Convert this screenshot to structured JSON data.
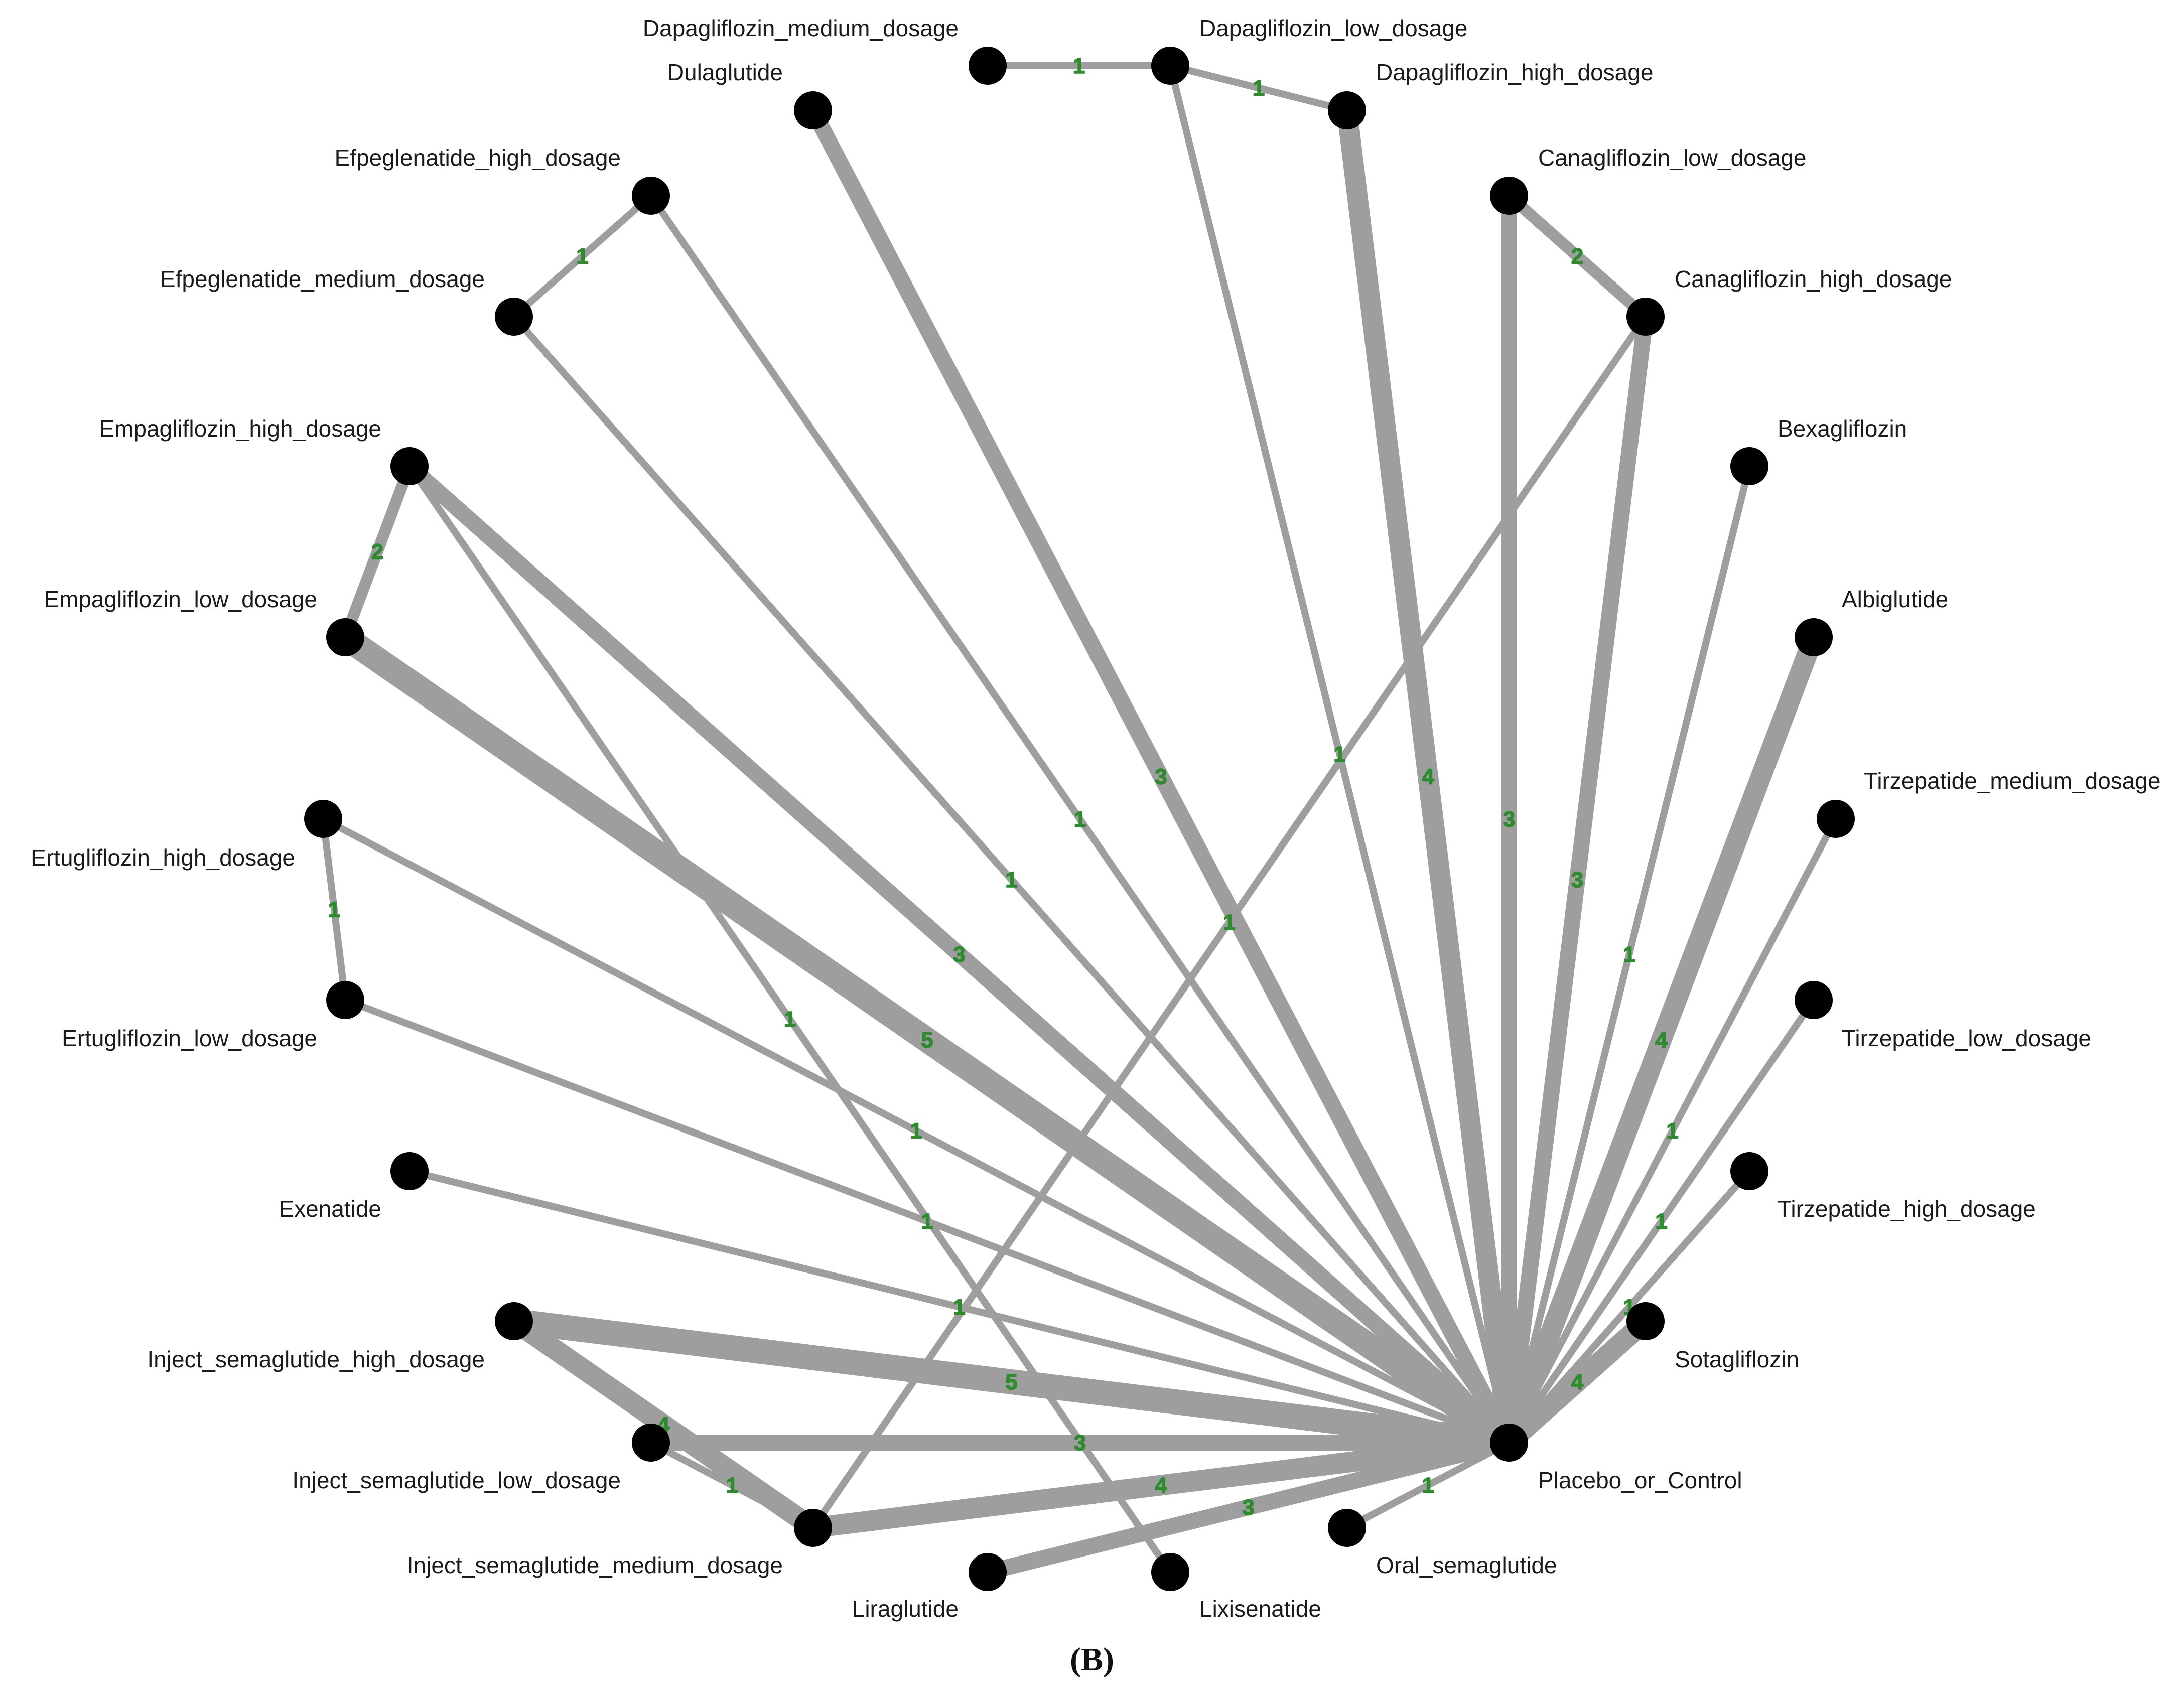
{
  "figure": {
    "caption": "(B)",
    "colors": {
      "edge": "#9e9e9e",
      "node": "#000000",
      "count": "#2e8b2e",
      "label": "#1a1a1a"
    },
    "nodes": [
      {
        "id": "placebo",
        "label": "Placebo_or_Control"
      },
      {
        "id": "dapa_med",
        "label": "Dapagliflozin_medium_dosage"
      },
      {
        "id": "dapa_low",
        "label": "Dapagliflozin_low_dosage"
      },
      {
        "id": "dapa_high",
        "label": "Dapagliflozin_high_dosage"
      },
      {
        "id": "dula",
        "label": "Dulaglutide"
      },
      {
        "id": "efpeg_high",
        "label": "Efpeglenatide_high_dosage"
      },
      {
        "id": "efpeg_med",
        "label": "Efpeglenatide_medium_dosage"
      },
      {
        "id": "cana_low",
        "label": "Canagliflozin_low_dosage"
      },
      {
        "id": "cana_high",
        "label": "Canagliflozin_high_dosage"
      },
      {
        "id": "empa_high",
        "label": "Empagliflozin_high_dosage"
      },
      {
        "id": "empa_low",
        "label": "Empagliflozin_low_dosage"
      },
      {
        "id": "bexa",
        "label": "Bexagliflozin"
      },
      {
        "id": "albi",
        "label": "Albiglutide"
      },
      {
        "id": "ertu_high",
        "label": "Ertugliflozin_high_dosage"
      },
      {
        "id": "ertu_low",
        "label": "Ertugliflozin_low_dosage"
      },
      {
        "id": "tirz_med",
        "label": "Tirzepatide_medium_dosage"
      },
      {
        "id": "tirz_low",
        "label": "Tirzepatide_low_dosage"
      },
      {
        "id": "tirz_high",
        "label": "Tirzepatide_high_dosage"
      },
      {
        "id": "exen",
        "label": "Exenatide"
      },
      {
        "id": "sema_inj_high",
        "label": "Inject_semaglutide_high_dosage"
      },
      {
        "id": "sema_inj_low",
        "label": "Inject_semaglutide_low_dosage"
      },
      {
        "id": "sema_inj_med",
        "label": "Inject_semaglutide_medium_dosage"
      },
      {
        "id": "sota",
        "label": "Sotagliflozin"
      },
      {
        "id": "lira",
        "label": "Liraglutide"
      },
      {
        "id": "lixi",
        "label": "Lixisenatide"
      },
      {
        "id": "sema_oral",
        "label": "Oral_semaglutide"
      }
    ],
    "edges": [
      {
        "from": "dapa_med",
        "to": "dapa_low",
        "count": "1"
      },
      {
        "from": "dapa_low",
        "to": "dapa_high",
        "count": "1"
      },
      {
        "from": "efpeg_high",
        "to": "efpeg_med",
        "count": "1"
      },
      {
        "from": "cana_low",
        "to": "cana_high",
        "count": "2"
      },
      {
        "from": "empa_high",
        "to": "empa_low",
        "count": "2"
      },
      {
        "from": "ertu_high",
        "to": "ertu_low",
        "count": "1"
      },
      {
        "from": "sema_inj_high",
        "to": "sema_inj_med",
        "count": "4"
      },
      {
        "from": "sema_inj_low",
        "to": "sema_inj_med",
        "count": "1"
      },
      {
        "from": "cana_high",
        "to": "sema_inj_med",
        "count": "1"
      },
      {
        "from": "empa_high",
        "to": "lixi",
        "count": "1"
      },
      {
        "from": "dula",
        "to": "placebo",
        "count": "3"
      },
      {
        "from": "dapa_low",
        "to": "placebo",
        "count": "1"
      },
      {
        "from": "dapa_high",
        "to": "placebo",
        "count": "4"
      },
      {
        "from": "efpeg_high",
        "to": "placebo",
        "count": "1"
      },
      {
        "from": "efpeg_med",
        "to": "placebo",
        "count": "1"
      },
      {
        "from": "cana_low",
        "to": "placebo",
        "count": "3"
      },
      {
        "from": "cana_high",
        "to": "placebo",
        "count": "3"
      },
      {
        "from": "empa_high",
        "to": "placebo",
        "count": "3"
      },
      {
        "from": "empa_low",
        "to": "placebo",
        "count": "5"
      },
      {
        "from": "bexa",
        "to": "placebo",
        "count": "1"
      },
      {
        "from": "albi",
        "to": "placebo",
        "count": "4"
      },
      {
        "from": "ertu_high",
        "to": "placebo",
        "count": "1"
      },
      {
        "from": "ertu_low",
        "to": "placebo",
        "count": "1"
      },
      {
        "from": "tirz_med",
        "to": "placebo",
        "count": "1"
      },
      {
        "from": "tirz_low",
        "to": "placebo",
        "count": "1"
      },
      {
        "from": "tirz_high",
        "to": "placebo",
        "count": "1"
      },
      {
        "from": "exen",
        "to": "placebo",
        "count": "1"
      },
      {
        "from": "sema_inj_high",
        "to": "placebo",
        "count": "5"
      },
      {
        "from": "sema_inj_low",
        "to": "placebo",
        "count": "3"
      },
      {
        "from": "sema_inj_med",
        "to": "placebo",
        "count": "4"
      },
      {
        "from": "sota",
        "to": "placebo",
        "count": "4"
      },
      {
        "from": "lira",
        "to": "placebo",
        "count": "3"
      },
      {
        "from": "sema_oral",
        "to": "placebo",
        "count": "1"
      }
    ]
  }
}
